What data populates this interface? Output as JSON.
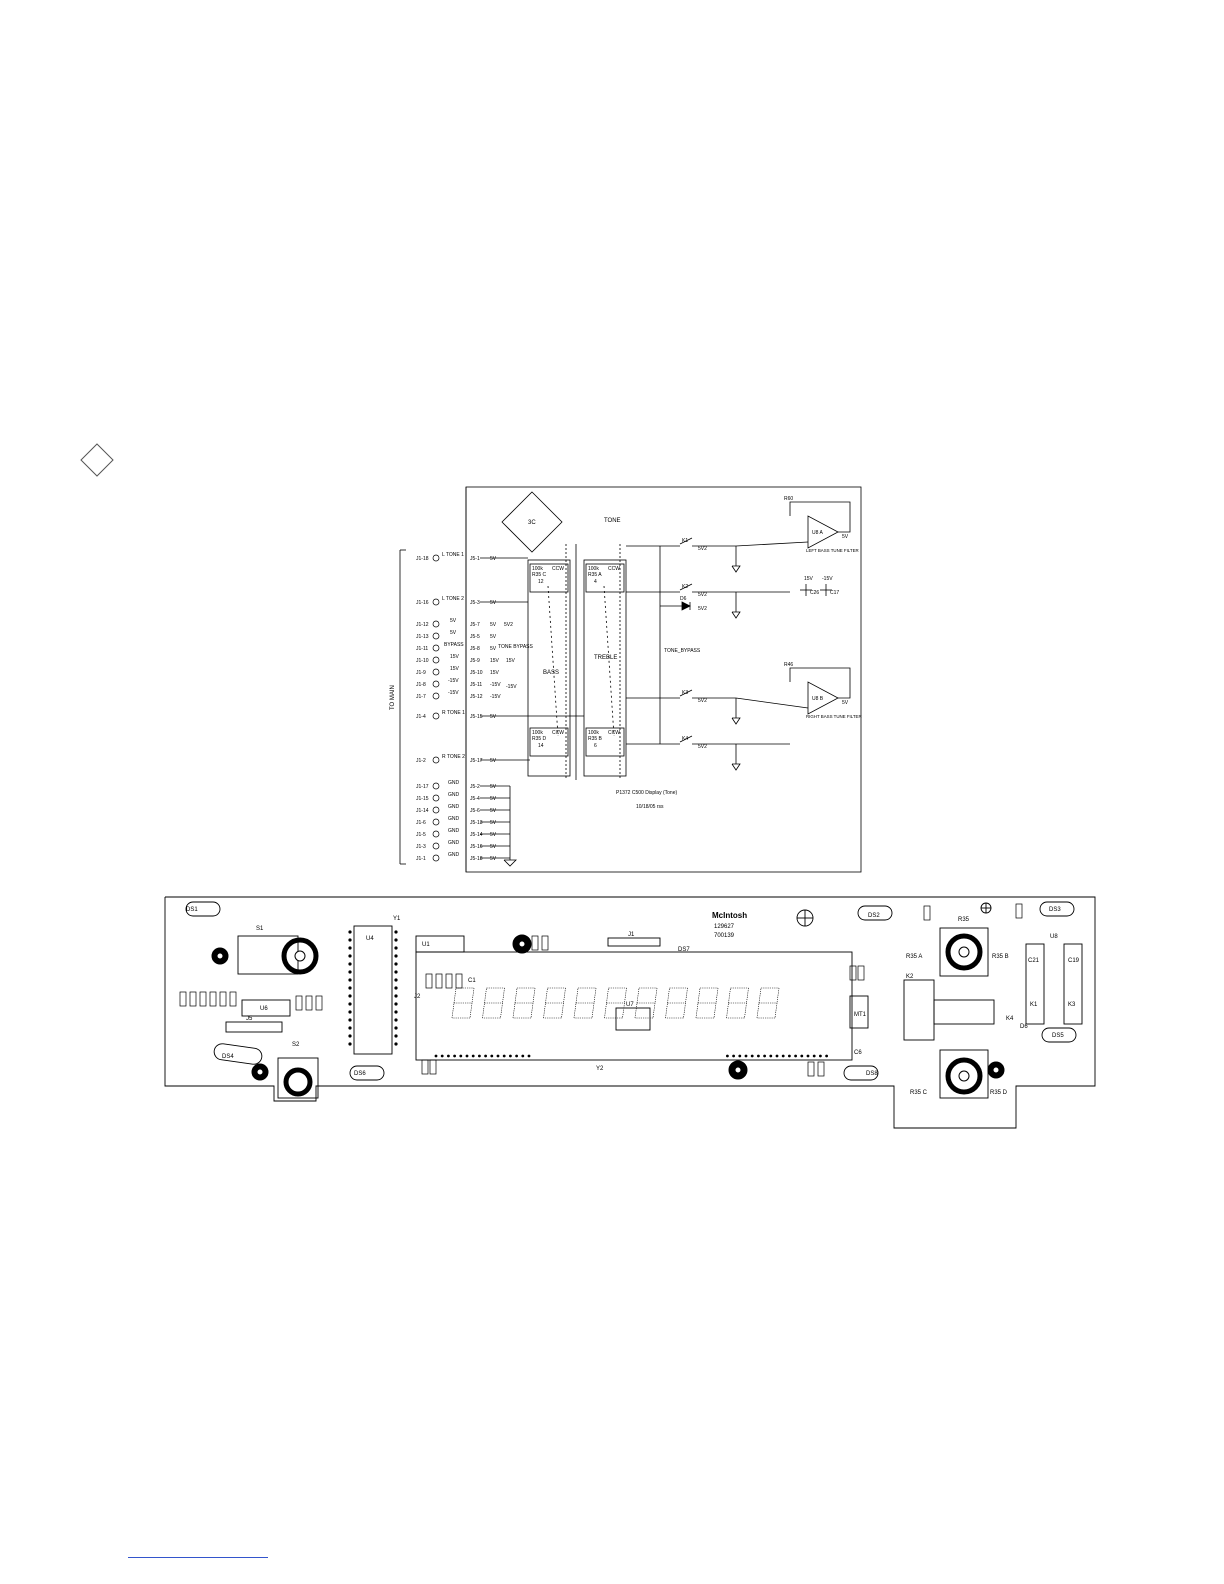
{
  "schematic": {
    "badge": "3C",
    "section_title": "TONE",
    "side_label": "TO MAIN",
    "connectors_left": [
      {
        "pin": "J1-18",
        "net": "L TONE 1",
        "jack": "J5-1",
        "volt": "5V"
      },
      {
        "pin": "J1-16",
        "net": "L TONE 2",
        "jack": "J5-3",
        "volt": "5V"
      },
      {
        "pin": "J1-12",
        "net": "5V",
        "jack": "J5-7",
        "volt": "5V"
      },
      {
        "pin": "J1-13",
        "net": "5V",
        "jack": "J5-5",
        "volt": "5V"
      },
      {
        "pin": "J1-11",
        "net": "BYPASS",
        "jack": "J5-8",
        "volt": "5V"
      },
      {
        "pin": "J1-10",
        "net": "15V",
        "jack": "J5-9",
        "volt": "15V"
      },
      {
        "pin": "J1-9",
        "net": "15V",
        "jack": "J5-10",
        "volt": "15V"
      },
      {
        "pin": "J1-8",
        "net": "-15V",
        "jack": "J5-11",
        "volt": "-15V"
      },
      {
        "pin": "J1-7",
        "net": "-15V",
        "jack": "J5-12",
        "volt": "-15V"
      },
      {
        "pin": "J1-4",
        "net": "R TONE 1",
        "jack": "J5-15",
        "volt": "5V"
      },
      {
        "pin": "J1-2",
        "net": "R TONE 2",
        "jack": "J5-17",
        "volt": "5V"
      },
      {
        "pin": "J1-17",
        "net": "GND",
        "jack": "J5-2",
        "volt": "5V"
      },
      {
        "pin": "J1-15",
        "net": "GND",
        "jack": "J5-4",
        "volt": "5V"
      },
      {
        "pin": "J1-14",
        "net": "GND",
        "jack": "J5-6",
        "volt": "5V"
      },
      {
        "pin": "J1-6",
        "net": "GND",
        "jack": "J5-13",
        "volt": "5V"
      },
      {
        "pin": "J1-5",
        "net": "GND",
        "jack": "J5-14",
        "volt": "5V"
      },
      {
        "pin": "J1-3",
        "net": "GND",
        "jack": "J5-16",
        "volt": "5V"
      },
      {
        "pin": "J1-1",
        "net": "GND",
        "jack": "J5-18",
        "volt": "5V"
      }
    ],
    "rail_labels": {
      "v5": "5V2",
      "v15": "15V",
      "vm15": "-15V",
      "tone_bypass_note": "TONE BYPASS"
    },
    "bass_label": "BASS",
    "treble_label": "TREBLE",
    "pots": {
      "top_left": {
        "value": "100k",
        "ref": "R35 C",
        "dir": "CCW",
        "pin": "12"
      },
      "top_right": {
        "value": "100k",
        "ref": "R35 A",
        "dir": "CCW",
        "pin": "4"
      },
      "bot_left": {
        "value": "100k",
        "ref": "R35 D",
        "dir": "CCW",
        "pin": "14"
      },
      "bot_right": {
        "value": "100k",
        "ref": "R35 B",
        "dir": "CCW",
        "pin": "6"
      }
    },
    "relays": [
      "K1",
      "K2",
      "K3",
      "K4"
    ],
    "diode": "D6",
    "bus_label": "TONE_BYPASS",
    "opamps": [
      {
        "ref": "U8 A",
        "caption": "LEFT BASS TUNE FILTER",
        "supply": "5V"
      },
      {
        "ref": "U8 B",
        "caption": "RIGHT BASS TUNE FILTER",
        "supply": "5V"
      }
    ],
    "resistors_fb": [
      "R60",
      "R46"
    ],
    "supply_caps": [
      "C26",
      "C17"
    ],
    "supply_labels": [
      "15V",
      "-15V"
    ],
    "footnote_title": "P1372 C500 Display (Tone)",
    "footnote_date": "10/18/05 rss"
  },
  "pcb": {
    "logo": "McIntosh",
    "part_no": "129627",
    "rev": "700139",
    "display_label": "DS7",
    "digit_count": 11,
    "labels": {
      "ds1": "DS1",
      "ds2": "DS2",
      "ds3": "DS3",
      "ds4": "DS4",
      "ds5": "DS5",
      "ds6": "DS6",
      "ds8": "DS8",
      "s1": "S1",
      "s2": "S2",
      "u1": "U1",
      "u4": "U4",
      "u6": "U6",
      "u7": "U7",
      "y1": "Y1",
      "y2": "Y2",
      "j1": "J1",
      "j2": "J2",
      "j5": "J5",
      "mt1": "MT1",
      "c1": "C1",
      "c6": "C6",
      "c19": "C19",
      "c21": "C21",
      "k1": "K1",
      "k2": "K2",
      "k3": "K3",
      "k4": "K4",
      "r35": "R35",
      "r35a": "R35 A",
      "r35b": "R35 B",
      "r35c": "R35 C",
      "r35d": "R35 D",
      "u8": "U8",
      "d6": "D6"
    }
  }
}
